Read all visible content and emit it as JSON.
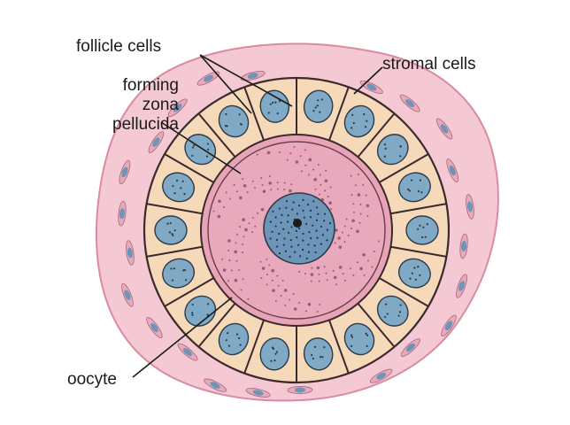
{
  "labels": {
    "follicle_cells": "follicle cells",
    "forming_line1": "forming",
    "forming_line2": "zona",
    "forming_line3": "pellucida",
    "stromal_cells": "stromal cells",
    "oocyte": "oocyte"
  },
  "colors": {
    "stroma_fill": "#f4c9d3",
    "stroma_edge": "#d98ba0",
    "follicle_cell_fill": "#f6d9b8",
    "nucleus_fill": "#7fa9c4",
    "zona_fill": "#e7a4b6",
    "oocyte_cytoplasm": "#e9a9bd",
    "germinal_vesicle": "#6c95b8",
    "outline": "#3a2a2e"
  }
}
